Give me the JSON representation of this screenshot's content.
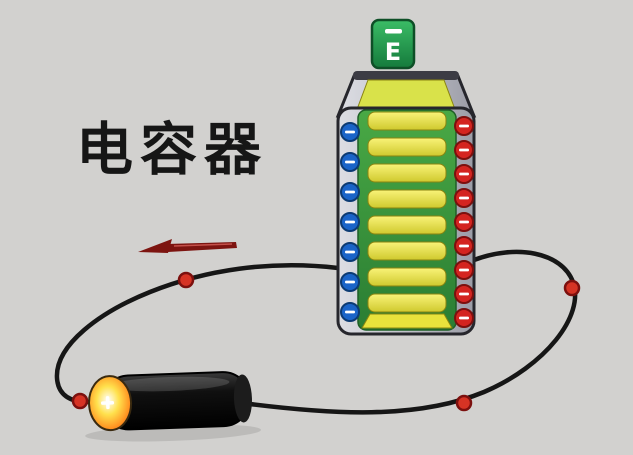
{
  "title": "电容器",
  "capacitor": {
    "terminal_label": "E",
    "plates": {
      "count": 8
    },
    "left_charges": {
      "count": 7,
      "symbol": "-",
      "fill": "#1a64c8",
      "edge": "#0c3b74"
    },
    "right_charges": {
      "count": 9,
      "symbol": "-",
      "fill": "#d42420",
      "edge": "#7c100e"
    }
  },
  "colors": {
    "background": "#d2d1cf",
    "wire": "#161616",
    "electron_fill": "#d63324",
    "electron_edge": "#7c100e",
    "plate_yellow": "#ecdf3a",
    "electrode_green": "#2f9440",
    "capacitor_body_gray": "#c0c1c9",
    "terminal_green": "#1f9e4b",
    "arrow_red": "#7d1410",
    "battery_black": "#0d0d0d",
    "battery_tip_orange": "#ff9020"
  }
}
